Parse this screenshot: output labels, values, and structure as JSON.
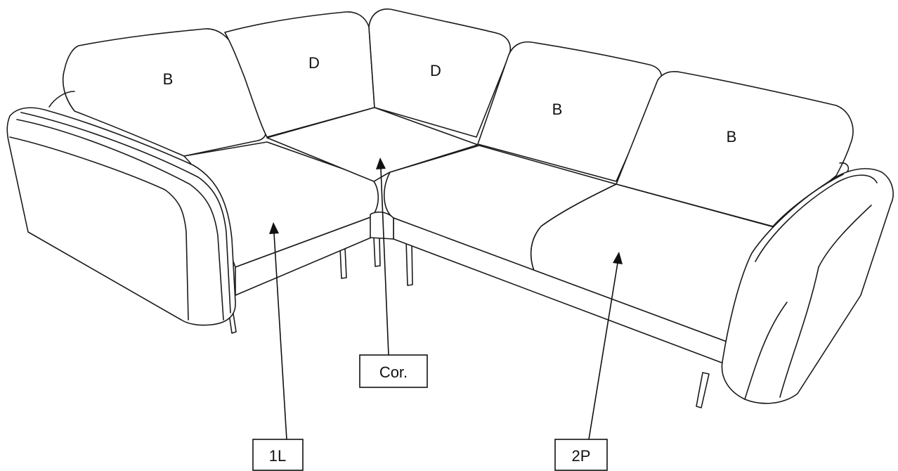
{
  "diagram": {
    "back_cushions": [
      {
        "id": "back-1",
        "label": "B"
      },
      {
        "id": "back-2",
        "label": "D"
      },
      {
        "id": "back-3",
        "label": "D"
      },
      {
        "id": "back-4",
        "label": "B"
      },
      {
        "id": "back-5",
        "label": "B"
      }
    ],
    "callouts": [
      {
        "id": "corner",
        "label": "Cor."
      },
      {
        "id": "one-left",
        "label": "1L"
      },
      {
        "id": "two-seater",
        "label": "2P"
      }
    ],
    "colors": {
      "line": "#1a1a1a",
      "background": "#ffffff"
    }
  }
}
